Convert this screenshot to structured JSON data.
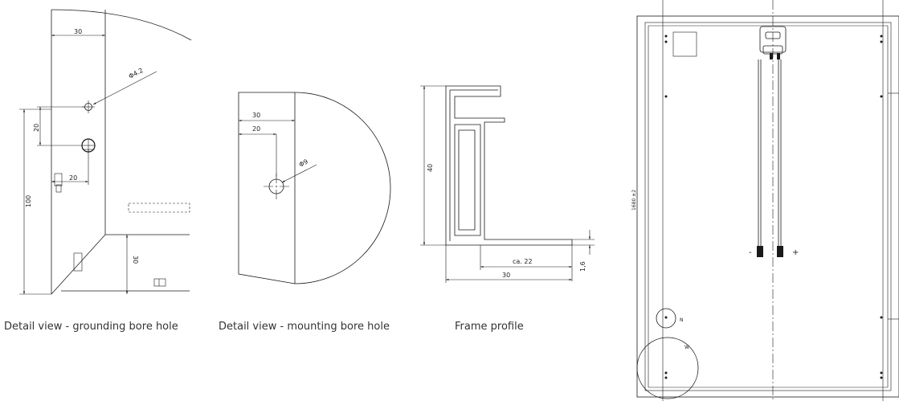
{
  "captions": {
    "grounding": "Detail view - grounding bore hole",
    "mounting": "Detail view - mounting bore hole",
    "frame": "Frame profile"
  },
  "grounding_dims": {
    "top_width": "30",
    "hole_dia": "Φ4.2",
    "vertical_spacing": "20",
    "horizontal_offset": "20",
    "height": "100",
    "corner": "30"
  },
  "mounting_dims": {
    "edge_30": "30",
    "edge_20": "20",
    "hole_dia": "Φ9"
  },
  "frame_dims": {
    "height": "40",
    "flange": "ca. 22",
    "thickness": "1,6",
    "width": "30"
  },
  "panel": {
    "height_dim": "1680 ±2",
    "minus": "-",
    "plus": "+",
    "detail_n": "N",
    "detail_w": "W"
  }
}
